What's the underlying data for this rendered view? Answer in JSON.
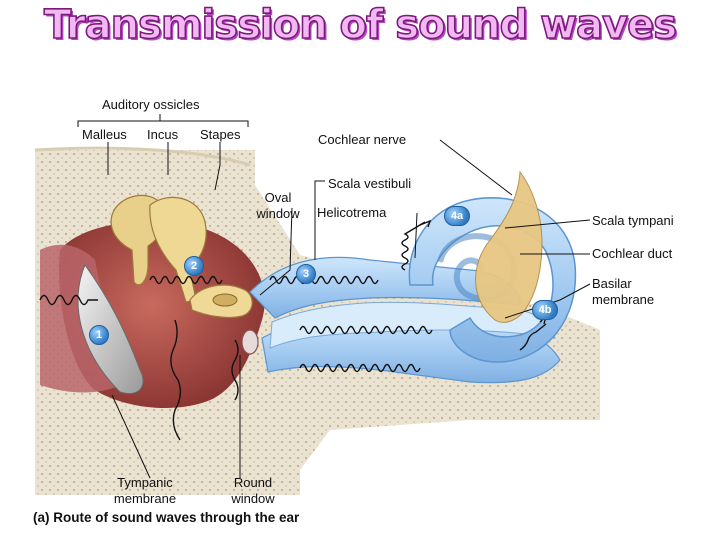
{
  "title": "Transmission of sound waves",
  "labels": {
    "auditory_ossicles": "Auditory ossicles",
    "malleus": "Malleus",
    "incus": "Incus",
    "stapes": "Stapes",
    "cochlear_nerve": "Cochlear nerve",
    "scala_vestibuli": "Scala vestibuli",
    "oval_window_1": "Oval",
    "oval_window_2": "window",
    "helicotrema": "Helicotrema",
    "scala_tympani": "Scala tympani",
    "cochlear_duct": "Cochlear duct",
    "basilar_membrane_1": "Basilar",
    "basilar_membrane_2": "membrane",
    "tympanic_membrane_1": "Tympanic",
    "tympanic_membrane_2": "membrane",
    "round_window_1": "Round",
    "round_window_2": "window"
  },
  "markers": {
    "m1": "1",
    "m2": "2",
    "m3": "3",
    "m4a": "4a",
    "m4b": "4b"
  },
  "caption": "(a) Route of sound waves through the ear",
  "colors": {
    "title_fill": "#f2b8f2",
    "title_outline": "#7a1a7a",
    "bone": "#e9e1cf",
    "bone_dots": "#bfae90",
    "canal_red": "#b04a4a",
    "cochlea_blue": "#a8cff2",
    "cochlea_blue_dark": "#5d95cf",
    "ossicle": "#e6cf86",
    "nerve": "#e7c682",
    "marker_blue": "#2f7cc4"
  }
}
